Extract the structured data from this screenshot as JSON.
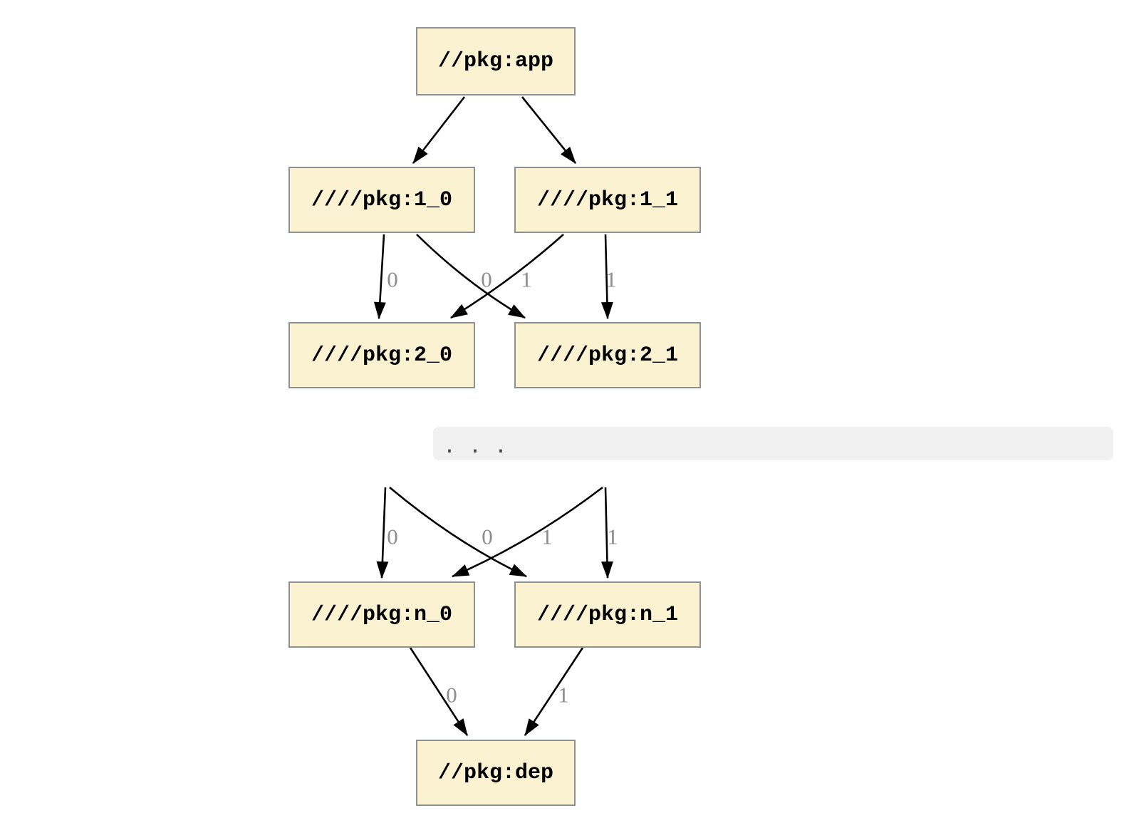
{
  "colors": {
    "page_bg": "#FFFFFF",
    "node_fill": "#FBF2D2",
    "node_border": "#8B9196",
    "edge": "#000000",
    "edge_label": "#8C8C8C",
    "ellipsis_bar_bg": "#F1F1F1",
    "ellipsis_text": "#3D3D3D"
  },
  "graph": {
    "type": "dependency-graph",
    "nodes": {
      "app": {
        "label": "//pkg:app"
      },
      "n1_0": {
        "label": "////pkg:1_0"
      },
      "n1_1": {
        "label": "////pkg:1_1"
      },
      "n2_0": {
        "label": "////pkg:2_0"
      },
      "n2_1": {
        "label": "////pkg:2_1"
      },
      "nn_0": {
        "label": "////pkg:n_0"
      },
      "nn_1": {
        "label": "////pkg:n_1"
      },
      "dep": {
        "label": "//pkg:dep"
      }
    },
    "edges": [
      {
        "from": "//pkg:app",
        "to": "////pkg:1_0",
        "label": ""
      },
      {
        "from": "//pkg:app",
        "to": "////pkg:1_1",
        "label": ""
      },
      {
        "from": "////pkg:1_0",
        "to": "////pkg:2_0",
        "label": "0"
      },
      {
        "from": "////pkg:1_1",
        "to": "////pkg:2_0",
        "label": "0"
      },
      {
        "from": "////pkg:1_0",
        "to": "////pkg:2_1",
        "label": "1"
      },
      {
        "from": "////pkg:1_1",
        "to": "////pkg:2_1",
        "label": "1"
      },
      {
        "from": "...",
        "to": "////pkg:n_0",
        "label": "0"
      },
      {
        "from": "...",
        "to": "////pkg:n_0",
        "label": "0"
      },
      {
        "from": "...",
        "to": "////pkg:n_1",
        "label": "1"
      },
      {
        "from": "...",
        "to": "////pkg:n_1",
        "label": "1"
      },
      {
        "from": "////pkg:n_0",
        "to": "//pkg:dep",
        "label": "0"
      },
      {
        "from": "////pkg:n_1",
        "to": "//pkg:dep",
        "label": "1"
      }
    ],
    "ellipsis": ". . ."
  }
}
